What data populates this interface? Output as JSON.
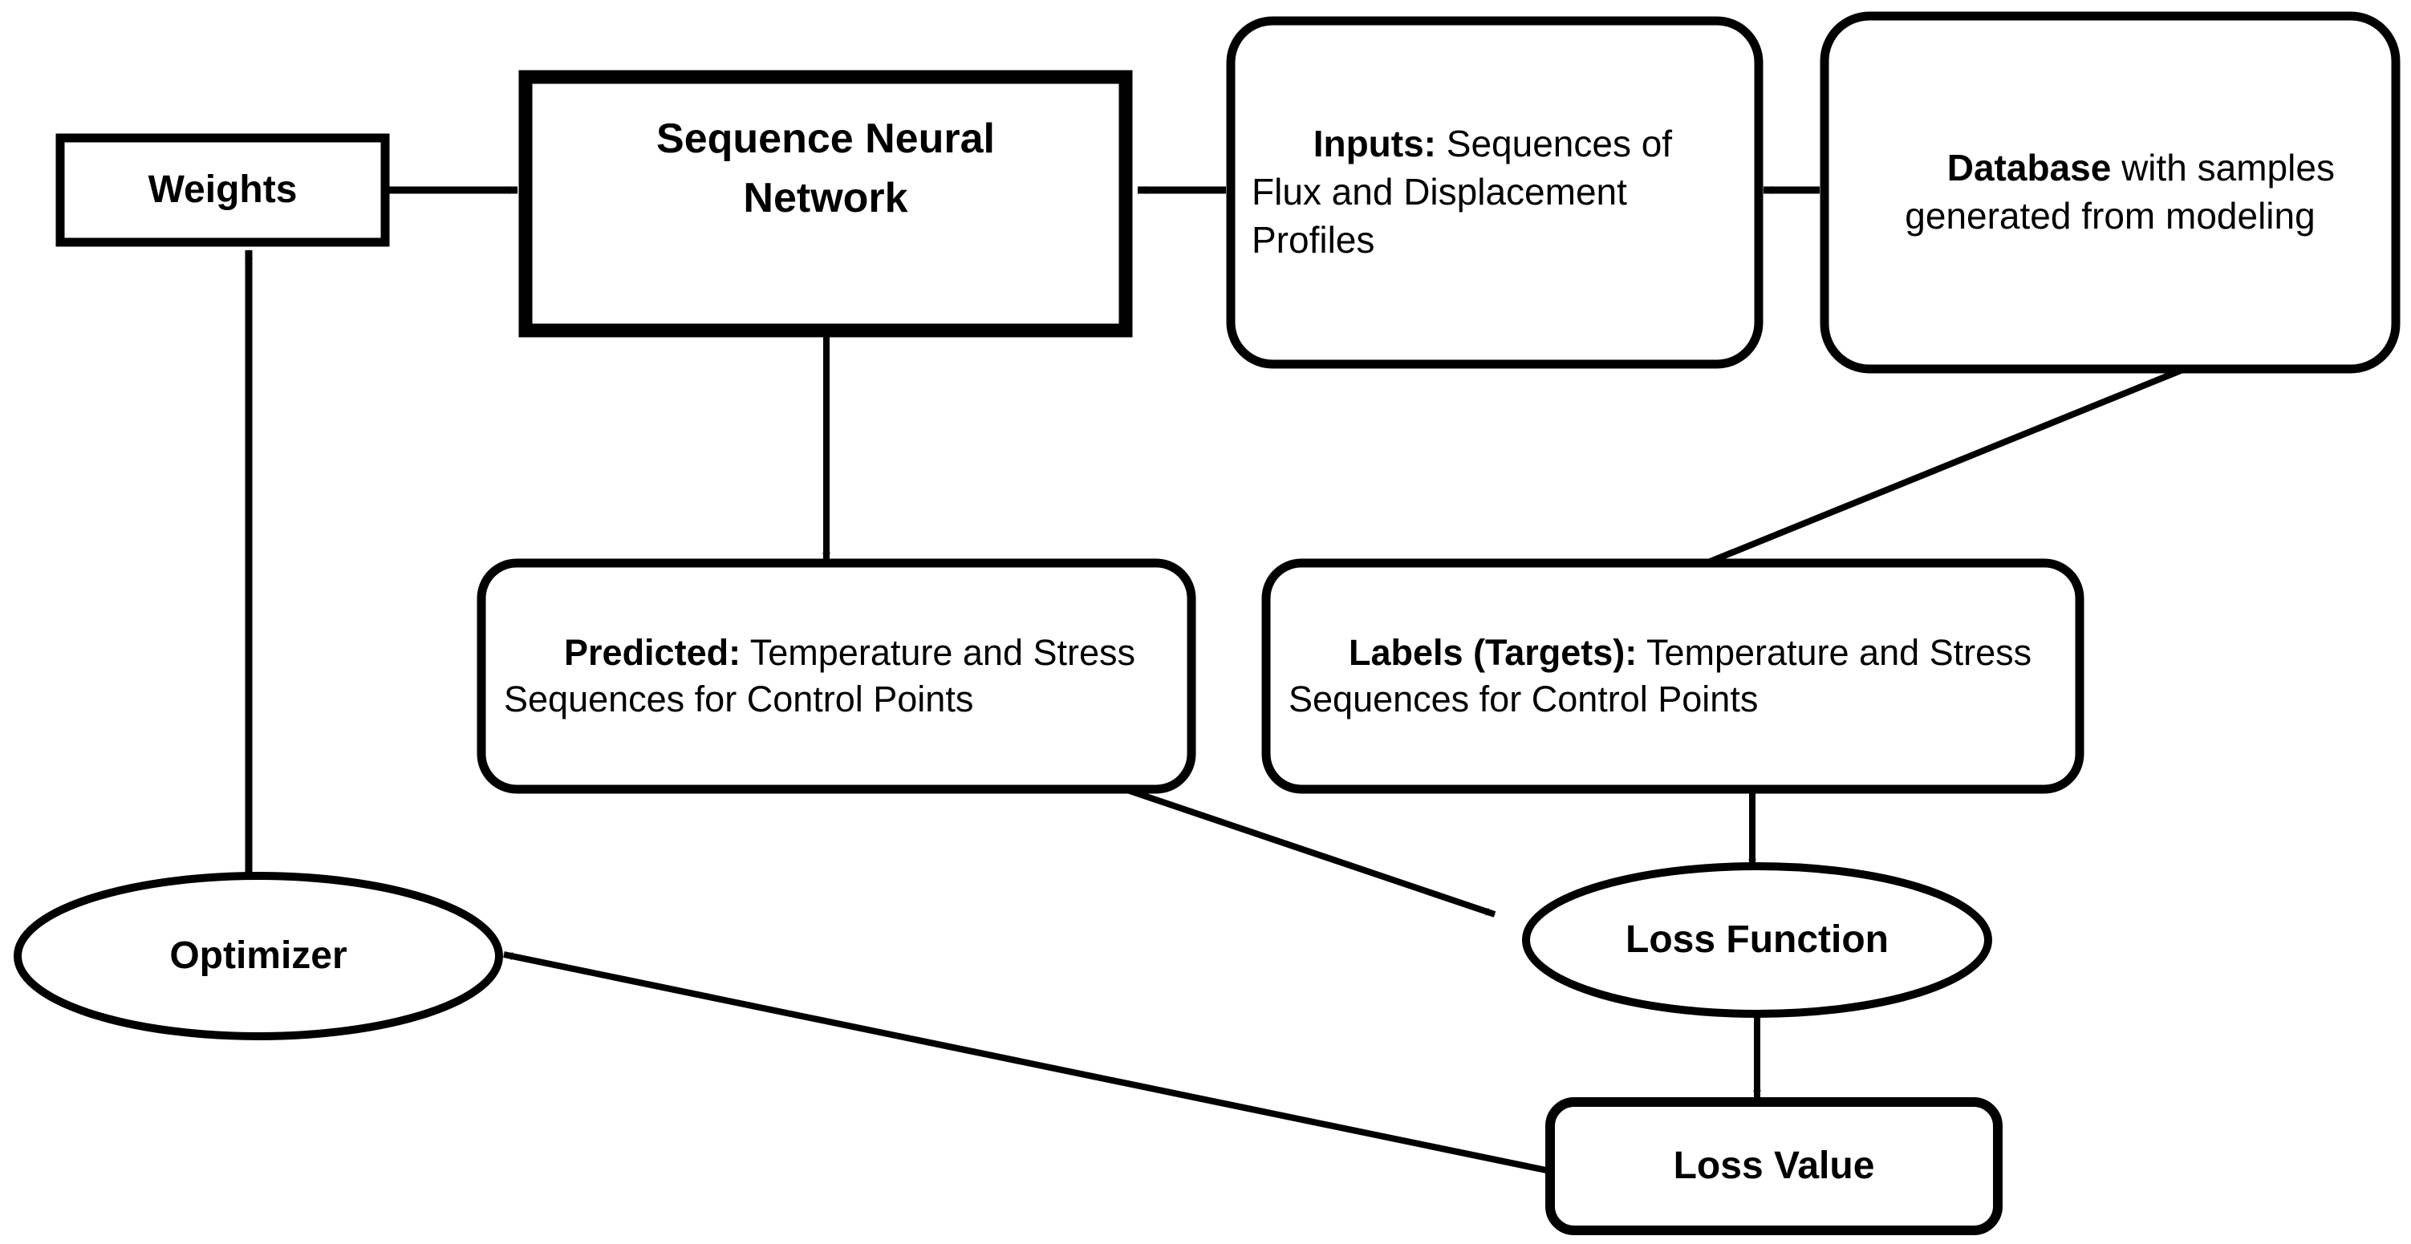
{
  "diagram": {
    "title": "Sequence Neural Network training loop",
    "style": {
      "stroke": "#000000",
      "fill": "#ffffff",
      "background": "#ffffff"
    },
    "nodes": {
      "weights": {
        "label": "Weights",
        "shape": "rectangle"
      },
      "sequence_neural_network": {
        "line1": "Sequence Neural",
        "line2": "Network",
        "shape": "rectangle-thick"
      },
      "inputs": {
        "bold_prefix": "Inputs:",
        "rest": " Sequences of Flux and Displacement Profiles",
        "shape": "rounded-rectangle"
      },
      "database": {
        "bold_prefix": "Database",
        "rest": " with samples generated from modeling",
        "shape": "rounded-rectangle"
      },
      "predicted": {
        "bold_prefix": "Predicted:",
        "rest": " Temperature and Stress  Sequences for Control Points",
        "shape": "rounded-rectangle"
      },
      "labels_targets": {
        "bold_prefix": "Labels (Targets):",
        "rest": " Temperature and Stress  Sequences for Control Points",
        "shape": "rounded-rectangle"
      },
      "optimizer": {
        "label": "Optimizer",
        "shape": "ellipse"
      },
      "loss_function": {
        "label": "Loss Function",
        "shape": "ellipse"
      },
      "loss_value": {
        "label": "Loss Value",
        "shape": "rounded-rectangle"
      }
    },
    "edges": [
      {
        "name": "weights-to-network",
        "from": "weights",
        "to": "sequence_neural_network"
      },
      {
        "name": "inputs-to-network",
        "from": "inputs",
        "to": "sequence_neural_network"
      },
      {
        "name": "database-to-inputs",
        "from": "database",
        "to": "inputs"
      },
      {
        "name": "network-to-predicted",
        "from": "sequence_neural_network",
        "to": "predicted"
      },
      {
        "name": "database-to-labels",
        "from": "database",
        "to": "labels_targets"
      },
      {
        "name": "predicted-to-loss-function",
        "from": "predicted",
        "to": "loss_function"
      },
      {
        "name": "labels-to-loss-function",
        "from": "labels_targets",
        "to": "loss_function"
      },
      {
        "name": "loss-function-to-loss-value",
        "from": "loss_function",
        "to": "loss_value"
      },
      {
        "name": "loss-value-to-optimizer",
        "from": "loss_value",
        "to": "optimizer"
      },
      {
        "name": "optimizer-to-weights",
        "from": "optimizer",
        "to": "weights"
      }
    ]
  }
}
